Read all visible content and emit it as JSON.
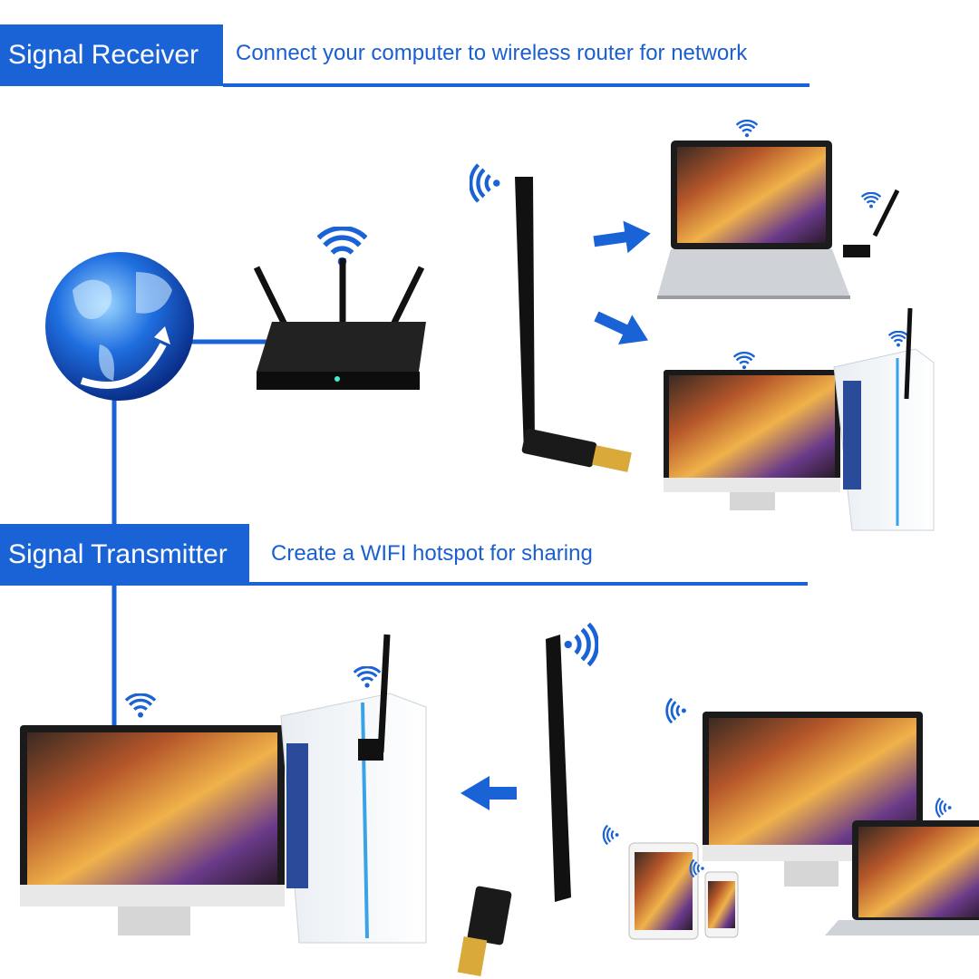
{
  "sections": {
    "receiver": {
      "label": "Signal Receiver",
      "description": "Connect your computer to wireless router for network"
    },
    "transmitter": {
      "label": "Signal Transmitter",
      "description": "Create a WIFI hotspot for sharing"
    }
  },
  "colors": {
    "accent": "#1a63d6",
    "text_blue": "#1a5fd0"
  },
  "icons": [
    "globe-icon",
    "router-icon",
    "usb-wifi-adapter-icon",
    "laptop-icon",
    "desktop-pc-icon",
    "tablet-icon",
    "phone-icon",
    "wifi-icon",
    "arrow-icon"
  ]
}
